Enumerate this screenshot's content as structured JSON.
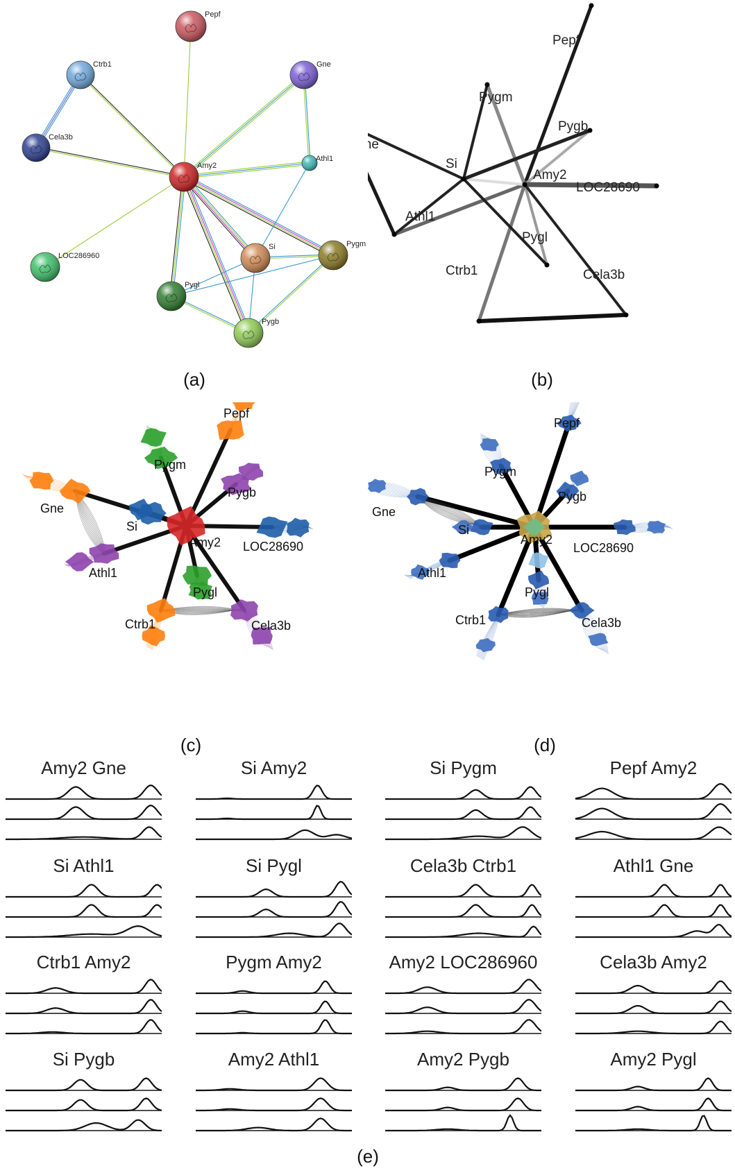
{
  "captions": {
    "a": "(a)",
    "b": "(b)",
    "c": "(c)",
    "d": "(d)",
    "e": "(e)"
  },
  "panel_a": {
    "nodes": [
      {
        "label": "Pepf",
        "color": "#c9575d"
      },
      {
        "label": "Ctrb1",
        "color": "#6fa8dc"
      },
      {
        "label": "Gne",
        "color": "#7b5fd6"
      },
      {
        "label": "Cela3b",
        "color": "#2d3f8f"
      },
      {
        "label": "Amy2",
        "color": "#cc2222"
      },
      {
        "label": "Athl1",
        "color": "#3fb8b8"
      },
      {
        "label": "LOC286960",
        "color": "#3fbf6a"
      },
      {
        "label": "Si",
        "color": "#d08a55"
      },
      {
        "label": "Pygm",
        "color": "#8a7a25"
      },
      {
        "label": "Pygl",
        "color": "#2f7d2f"
      },
      {
        "label": "Pygb",
        "color": "#8fca55"
      }
    ]
  },
  "panel_b": {
    "labels": [
      "Pepf",
      "Pygm",
      "Pygb",
      "Gne",
      "Si",
      "Amy2",
      "LOC28690",
      "Athl1",
      "Pygl",
      "Ctrb1",
      "Cela3b"
    ]
  },
  "panel_c": {
    "labels": [
      "Pepf",
      "Pygm",
      "Pygb",
      "Gne",
      "Si",
      "Amy2",
      "LOC28690",
      "Athl1",
      "Pygl",
      "Ctrb1",
      "Cela3b"
    ],
    "colors": {
      "orange": "#ff7f0e",
      "green": "#2ca02c",
      "purple": "#8e44ad",
      "blue": "#1f5fa8",
      "red": "#d62728"
    }
  },
  "panel_d": {
    "labels": [
      "Pepf",
      "Pygm",
      "Pygb",
      "Gne",
      "Si",
      "Amy2",
      "LOC28690",
      "Athl1",
      "Pygl",
      "Ctrb1",
      "Cela3b"
    ]
  },
  "panel_e": {
    "titles": [
      "Amy2 Gne",
      "Si Amy2",
      "Si Pygm",
      "Pepf Amy2",
      "Si Athl1",
      "Si Pygl",
      "Cela3b Ctrb1",
      "Athl1 Gne",
      "Ctrb1 Amy2",
      "Pygm Amy2",
      "Amy2 LOC286960",
      "Cela3b Amy2",
      "Si Pygb",
      "Amy2 Athl1",
      "Amy2 Pygb",
      "Amy2 Pygl"
    ]
  }
}
